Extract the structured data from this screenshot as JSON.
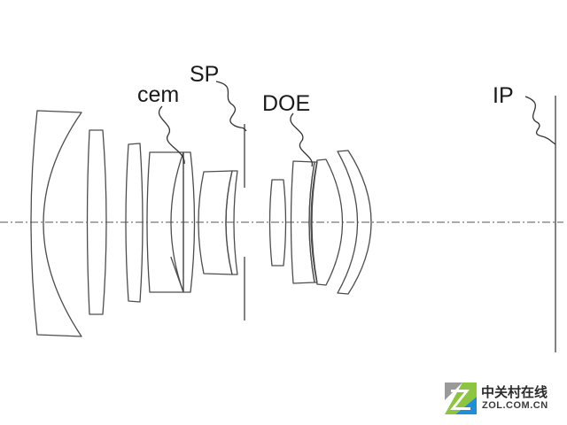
{
  "labels": {
    "cem": "cem",
    "sp": "SP",
    "doe": "DOE",
    "ip": "IP"
  },
  "watermark": {
    "brand_cn": "中关村在线",
    "brand_en": "ZOL.COM.CN",
    "colors": {
      "green": "#8cc63f",
      "blue": "#1d8fd8",
      "gray": "#9a9a9a"
    }
  }
}
